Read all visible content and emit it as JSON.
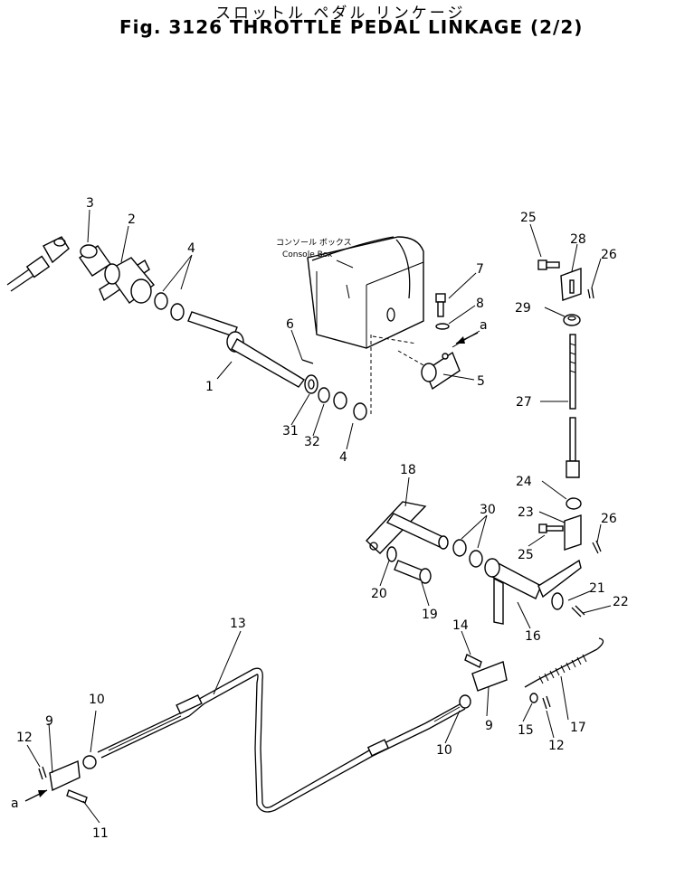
{
  "header": {
    "title_jp": "スロットル ペダル リンケージ",
    "title_en": "Fig. 3126 THROTTLE PEDAL LINKAGE (2/2)"
  },
  "console_box": {
    "label_jp": "コンソール ボックス",
    "label_en": "Console Box"
  },
  "callouts": {
    "p1": "1",
    "p2": "2",
    "p3": "3",
    "p4a": "4",
    "p4b": "4",
    "p5": "5",
    "p6": "6",
    "p7": "7",
    "p8": "8",
    "p9a": "9",
    "p9b": "9",
    "p10a": "10",
    "p10b": "10",
    "p11": "11",
    "p12a": "12",
    "p12b": "12",
    "p13": "13",
    "p14": "14",
    "p15": "15",
    "p16": "16",
    "p17": "17",
    "p18": "18",
    "p19": "19",
    "p20": "20",
    "p21": "21",
    "p22": "22",
    "p23": "23",
    "p24": "24",
    "p25a": "25",
    "p25b": "25",
    "p26a": "26",
    "p26b": "26",
    "p27": "27",
    "p28": "28",
    "p29": "29",
    "p30": "30",
    "p31": "31",
    "p32": "32",
    "ref_a_top": "a",
    "ref_a_bottom": "a"
  }
}
